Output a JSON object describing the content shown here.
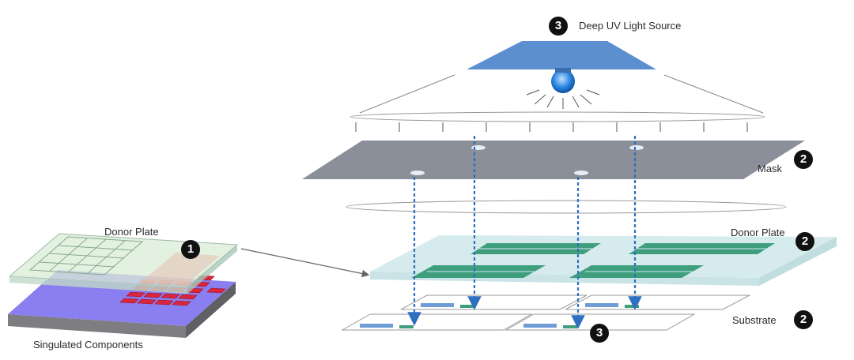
{
  "labels": {
    "light_source": "Deep UV Light Source",
    "mask": "Mask",
    "donor_plate_right": "Donor Plate",
    "substrate": "Substrate",
    "donor_plate_left": "Donor Plate",
    "singulated_components": "Singulated Components"
  },
  "step_markers": {
    "light_source": "3",
    "mask": "2",
    "donor_plate_right": "2",
    "substrate": "2",
    "donor_plate_left": "1",
    "substrate_placement": "3"
  },
  "colors": {
    "light_source_blue": "#5b8fd0",
    "mask_gray": "#8a8f99",
    "donor_plate_teal": "#cfe8ea",
    "component_green": "#3f9e7e",
    "substrate_pad_blue": "#6f9bd6",
    "laser_arrow_blue": "#2f6fc0",
    "singulated_red": "#d7263d",
    "base_purple": "#8a7ff0",
    "base_gray": "#7d7d82"
  }
}
